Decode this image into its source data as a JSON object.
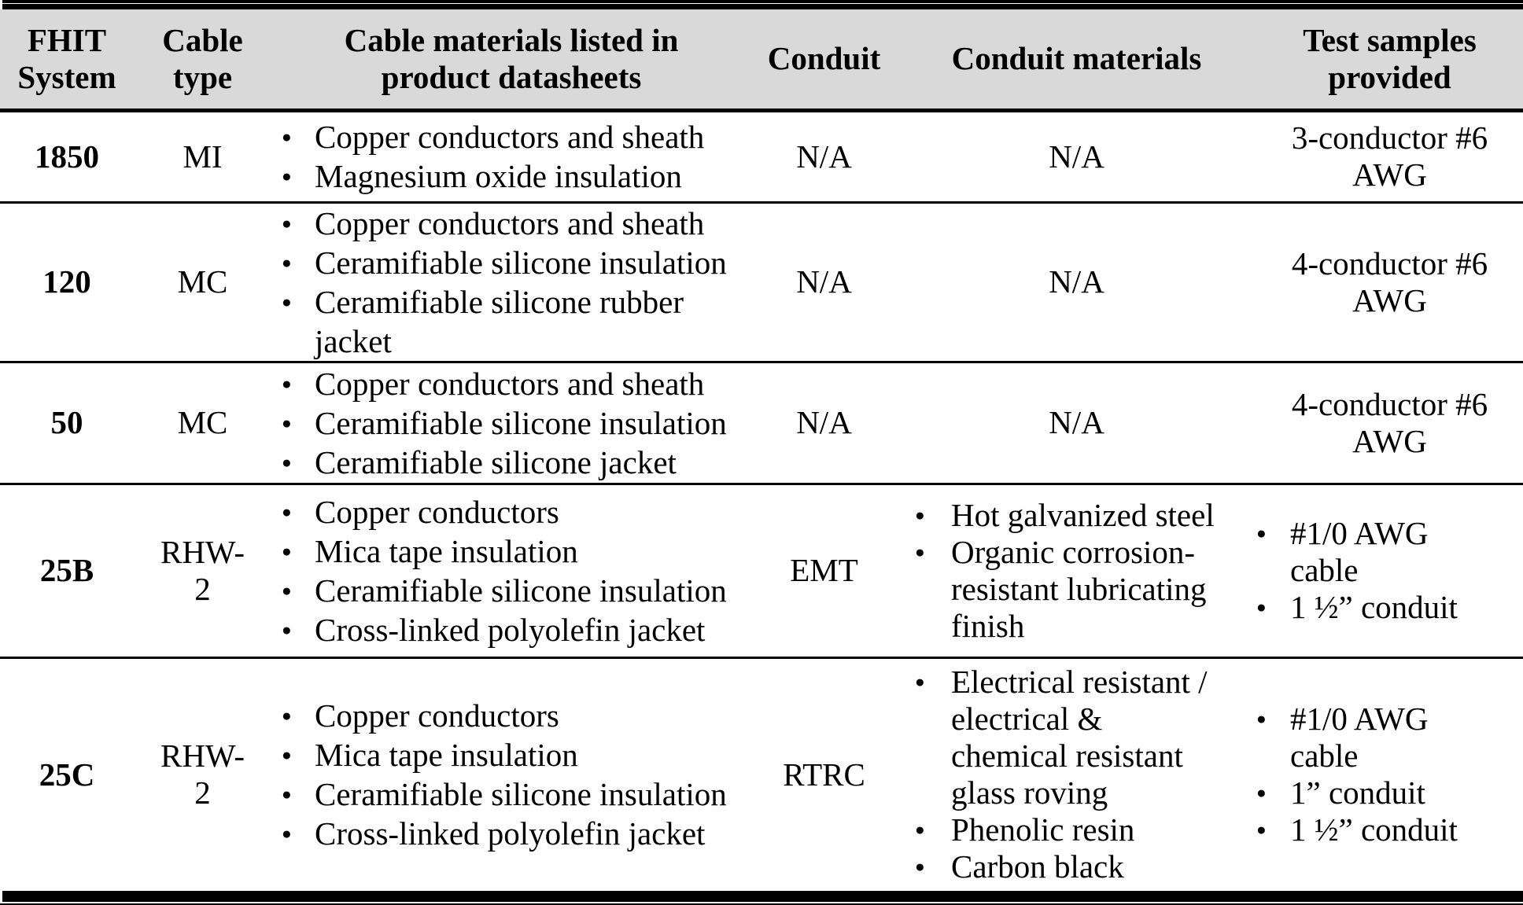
{
  "colors": {
    "header_bg": "#d9d9d9",
    "border": "#000000",
    "text": "#000000",
    "page_bg": "#ffffff"
  },
  "table": {
    "columns": [
      "FHIT System",
      "Cable type",
      "Cable materials listed in product datasheets",
      "Conduit",
      "Conduit materials",
      "Test samples provided"
    ],
    "rows": [
      {
        "fhit_system": "1850",
        "cable_type": "MI",
        "cable_materials": [
          "Copper conductors and sheath",
          "Magnesium oxide insulation"
        ],
        "conduit": "N/A",
        "conduit_materials": "N/A",
        "test_samples": "3-conductor #6 AWG"
      },
      {
        "fhit_system": "120",
        "cable_type": "MC",
        "cable_materials": [
          "Copper conductors and sheath",
          "Ceramifiable silicone insulation",
          "Ceramifiable silicone rubber jacket"
        ],
        "conduit": "N/A",
        "conduit_materials": "N/A",
        "test_samples": "4-conductor #6 AWG"
      },
      {
        "fhit_system": "50",
        "cable_type": "MC",
        "cable_materials": [
          "Copper conductors and sheath",
          "Ceramifiable silicone insulation",
          "Ceramifiable silicone jacket"
        ],
        "conduit": "N/A",
        "conduit_materials": "N/A",
        "test_samples": "4-conductor #6 AWG"
      },
      {
        "fhit_system": "25B",
        "cable_type": "RHW-2",
        "cable_materials": [
          "Copper conductors",
          "Mica tape insulation",
          "Ceramifiable silicone insulation",
          "Cross-linked polyolefin jacket"
        ],
        "conduit": "EMT",
        "conduit_materials": [
          "Hot galvanized steel",
          "Organic corrosion-resistant lubricating finish"
        ],
        "test_samples": [
          "#1/0 AWG cable",
          "1 ½” conduit"
        ]
      },
      {
        "fhit_system": "25C",
        "cable_type": "RHW-2",
        "cable_materials": [
          "Copper conductors",
          "Mica tape insulation",
          "Ceramifiable silicone insulation",
          "Cross-linked polyolefin jacket"
        ],
        "conduit": "RTRC",
        "conduit_materials": [
          "Electrical resistant / electrical & chemical resistant glass roving",
          "Phenolic resin",
          "Carbon black"
        ],
        "test_samples": [
          "#1/0 AWG cable",
          "1” conduit",
          "1 ½” conduit"
        ]
      }
    ]
  }
}
